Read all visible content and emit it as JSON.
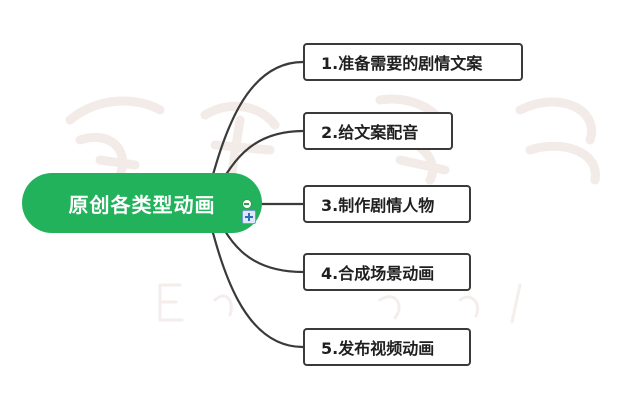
{
  "mindmap": {
    "root": {
      "label": "原创各类型动画"
    },
    "branches": [
      {
        "label": "1.准备需要的剧情文案"
      },
      {
        "label": "2.给文案配音"
      },
      {
        "label": "3.制作剧情人物"
      },
      {
        "label": "4.合成场景动画"
      },
      {
        "label": "5.发布视频动画"
      }
    ]
  },
  "colors": {
    "root_fill": "#22b25b",
    "branch_border": "#3a3a3a",
    "connector": "#3a3a3a"
  },
  "icons": [
    "collapse-icon",
    "add-node-icon"
  ]
}
